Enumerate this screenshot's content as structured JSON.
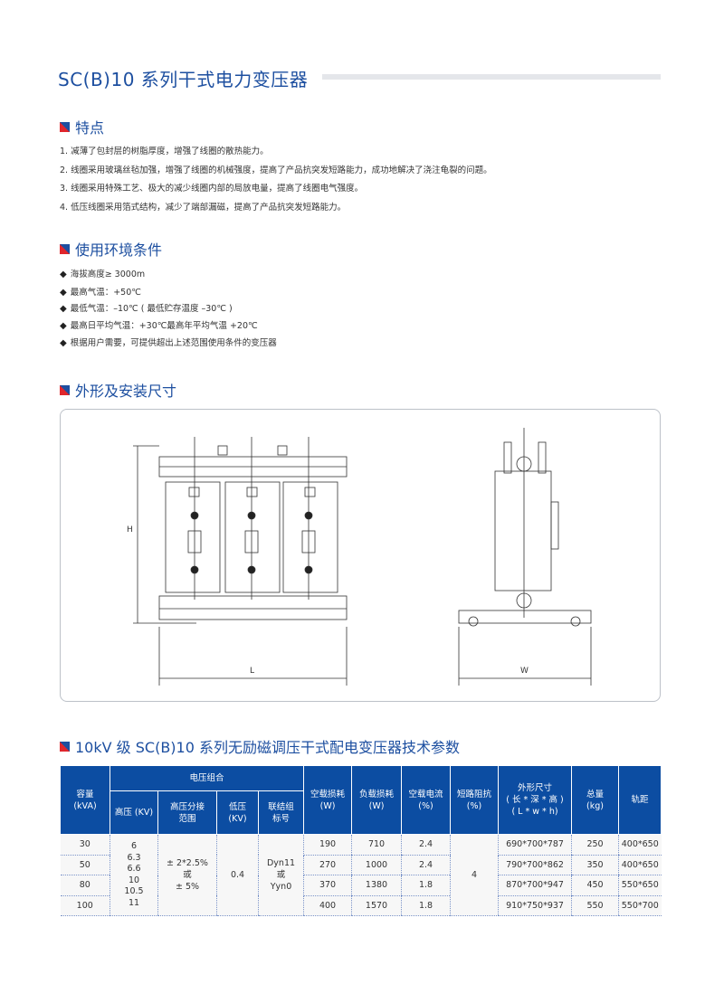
{
  "title": "SC(B)10 系列干式电力变压器",
  "features": {
    "heading": "特点",
    "items": [
      "1. 减薄了包封层的树脂厚度，增强了线圈的散热能力。",
      "2. 线圈采用玻璃丝毡加强，增强了线圈的机械强度，提高了产品抗突发短路能力，成功地解决了浇注龟裂的问题。",
      "3. 线圈采用特殊工艺、极大的减少线圈内部的局放电量，提高了线圈电气强度。",
      "4. 低压线圈采用箔式结构，减少了端部漏磁，提高了产品抗突发短路能力。"
    ]
  },
  "env": {
    "heading": "使用环境条件",
    "bullet": "◆",
    "items": [
      "海拔高度≥ 3000m",
      "最高气温：+50℃",
      "最低气温：–10℃ ( 最低贮存温度 –30℃ )",
      "最高日平均气温：+30℃最高年平均气温 +20℃",
      "根据用户需要，可提供超出上述范围使用条件的变压器"
    ]
  },
  "dims": {
    "heading": "外形及安装尺寸",
    "label_h": "H",
    "label_l": "L",
    "label_w": "W"
  },
  "table": {
    "heading": "10kV 级 SC(B)10 系列无励磁调压干式配电变压器技术参数",
    "h_capacity": "容量\n(kVA)",
    "h_voltage_group": "电压组合",
    "h_hv": "高压 (KV)",
    "h_tap": "高压分接\n范围",
    "h_lv": "低压\n(KV)",
    "h_vector": "联结组\n标号",
    "h_noload_loss": "空载损耗\n(W)",
    "h_load_loss": "负载损耗\n(W)",
    "h_noload_current": "空载电流\n(%)",
    "h_impedance": "短路阻抗\n(%)",
    "h_dims": "外形尺寸\n( 长 * 深 * 高 )\n( L * w * h)",
    "h_weight": "总量\n(kg)",
    "h_gauge": "轨距",
    "hv": "6\n6.3\n6.6\n10\n10.5\n11",
    "tap": "± 2*2.5%\n或\n± 5%",
    "lv": "0.4",
    "vector": "Dyn11\n或\nYyn0",
    "impedance": "4",
    "rows": [
      {
        "capacity": "30",
        "noload_loss": "190",
        "load_loss": "710",
        "noload_current": "2.4",
        "dims": "690*700*787",
        "weight": "250",
        "gauge": "400*650"
      },
      {
        "capacity": "50",
        "noload_loss": "270",
        "load_loss": "1000",
        "noload_current": "2.4",
        "dims": "790*700*862",
        "weight": "350",
        "gauge": "400*650"
      },
      {
        "capacity": "80",
        "noload_loss": "370",
        "load_loss": "1380",
        "noload_current": "1.8",
        "dims": "870*700*947",
        "weight": "450",
        "gauge": "550*650"
      },
      {
        "capacity": "100",
        "noload_loss": "400",
        "load_loss": "1570",
        "noload_current": "1.8",
        "dims": "910*750*937",
        "weight": "550",
        "gauge": "550*700"
      }
    ]
  }
}
